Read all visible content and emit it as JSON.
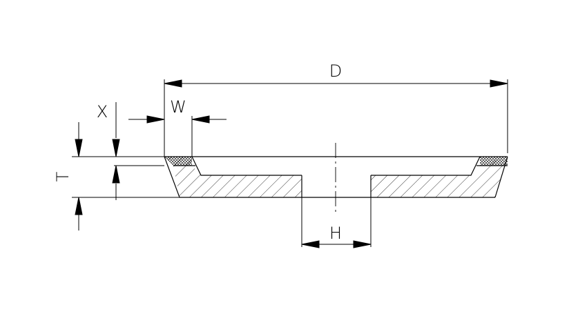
{
  "labels": {
    "D": "D",
    "W": "W",
    "X": "X",
    "T": "T",
    "H": "H"
  },
  "colors": {
    "line": "#000000",
    "background": "#ffffff"
  }
}
